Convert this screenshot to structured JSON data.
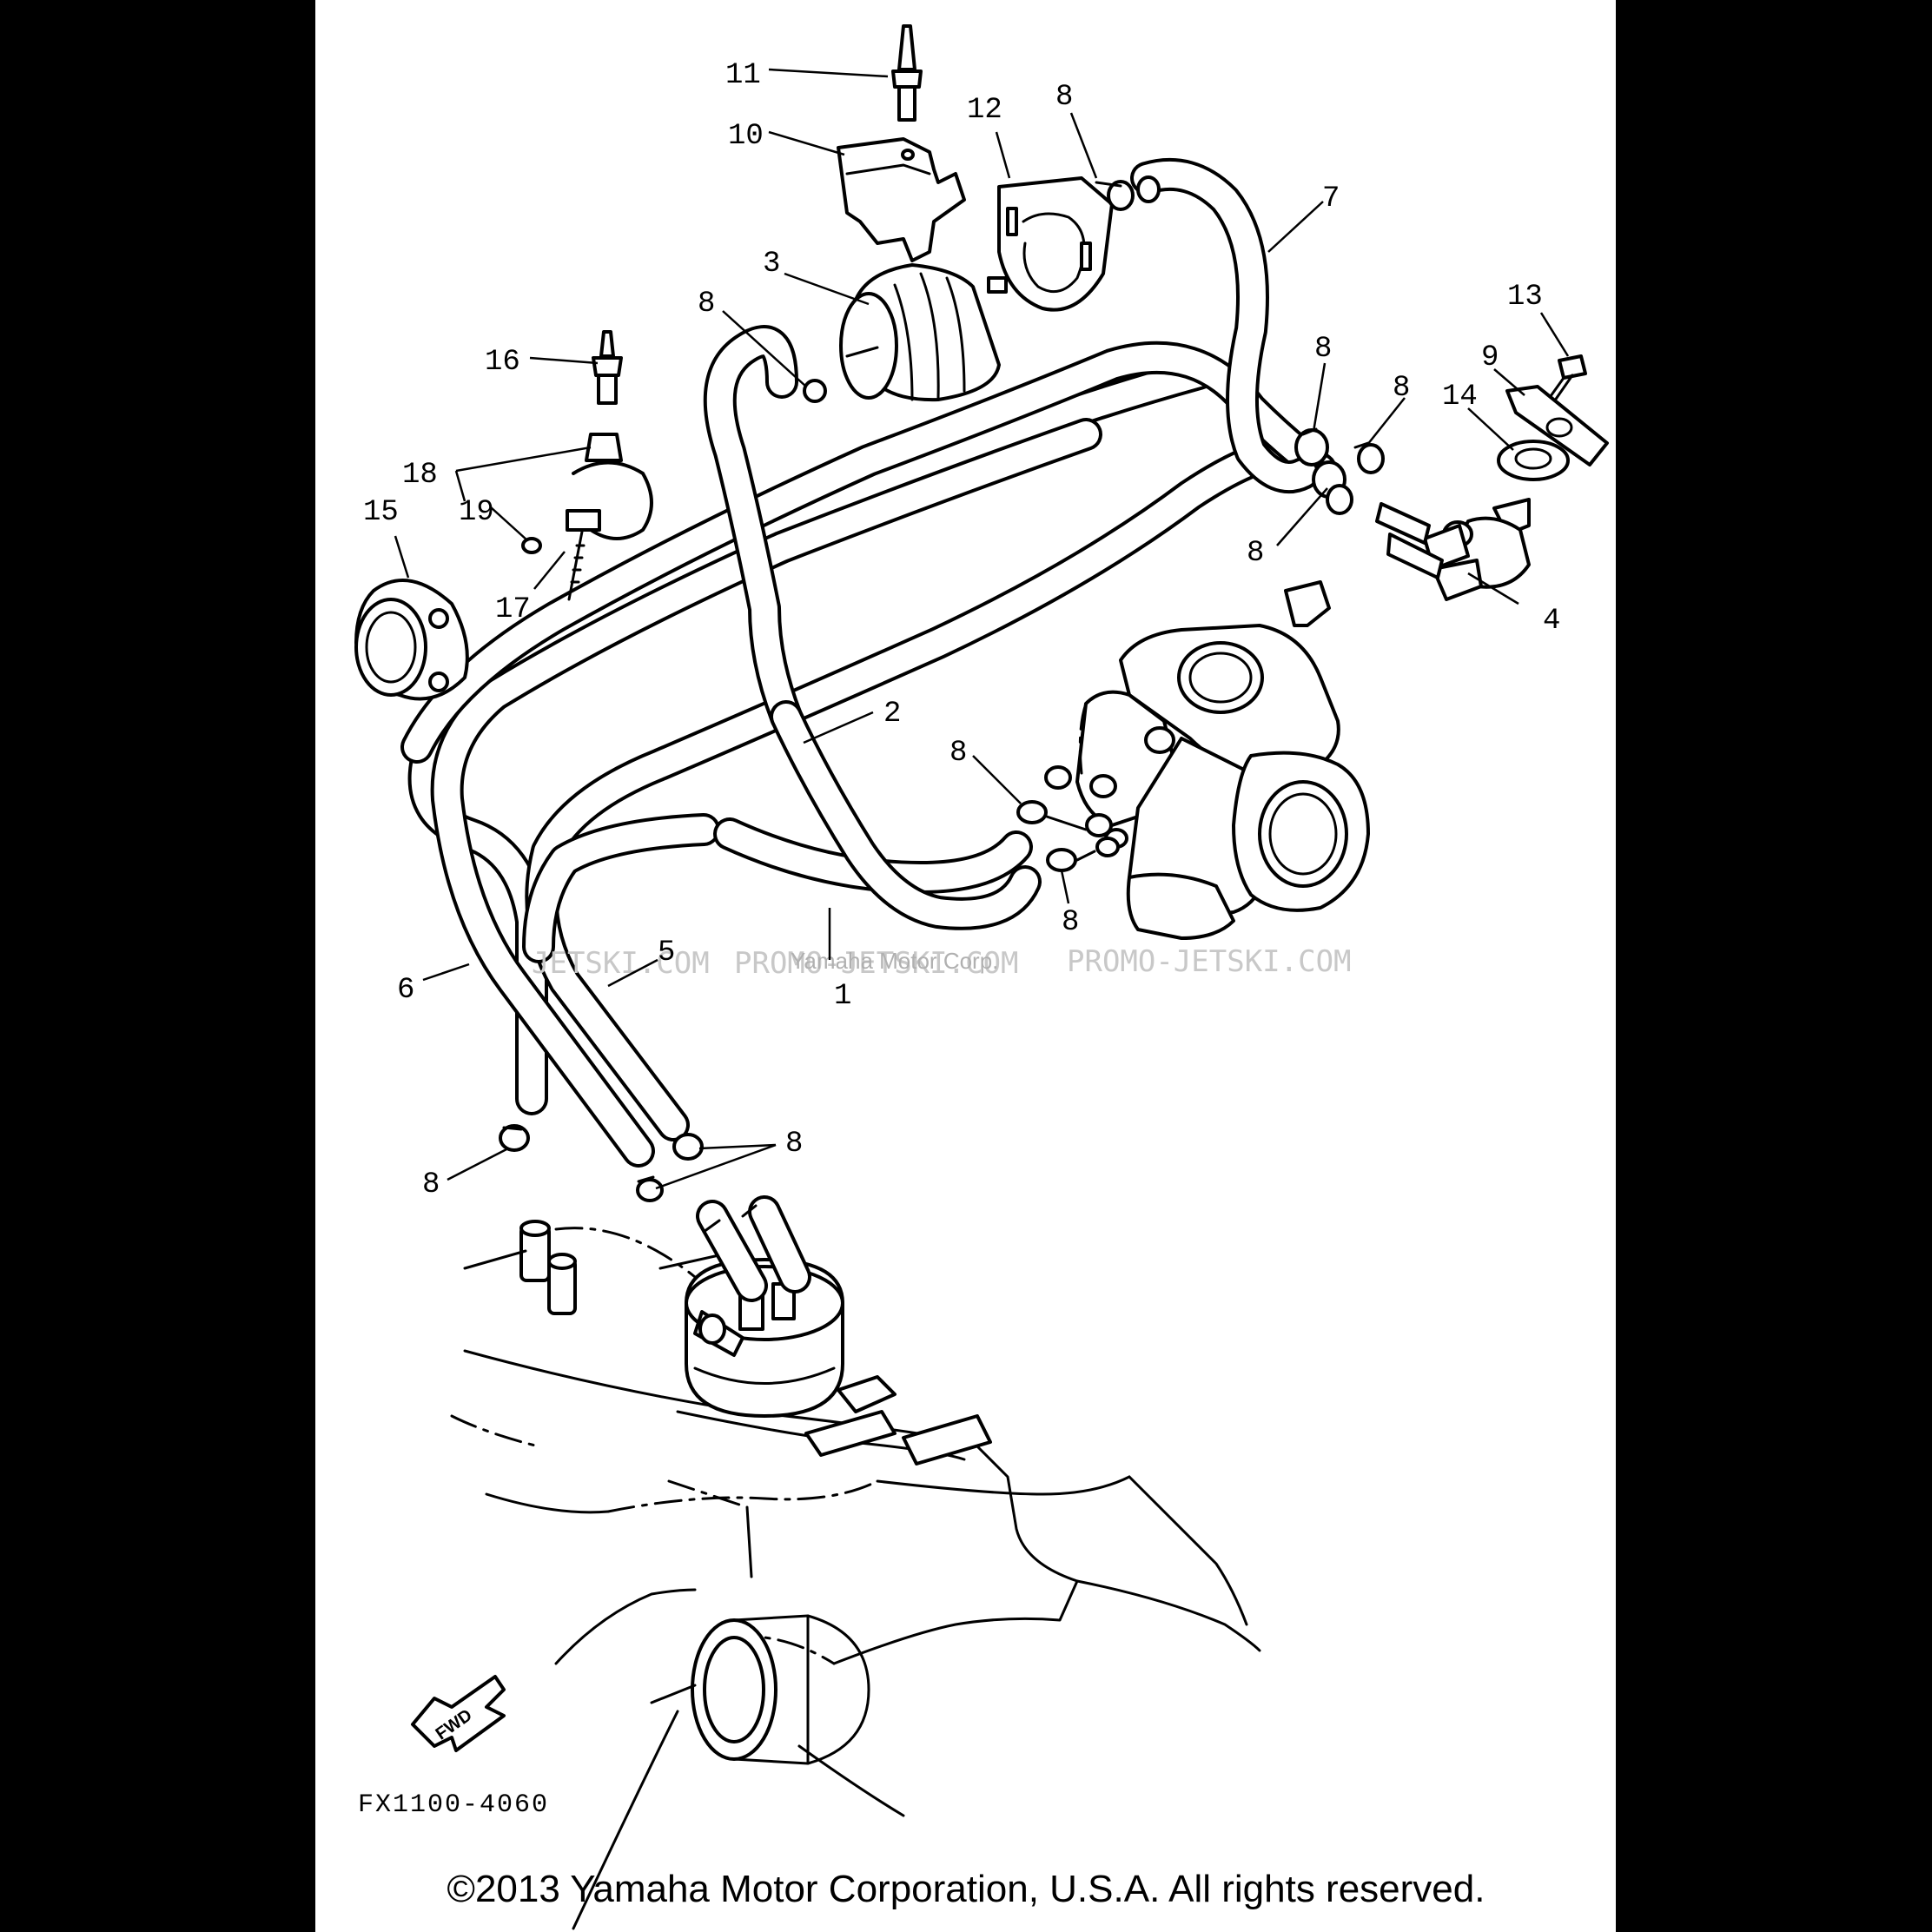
{
  "diagram": {
    "code": "FX1100-4060",
    "fwd_label": "FWD",
    "copyright": "©2013 Yamaha Motor Corporation, U.S.A. All rights reserved.",
    "watermarks": [
      "JETSKI.COM",
      "PROMO-JETSKI.COM",
      "Yamaha Motor Corp.",
      "PROMO-JETSKI.COM"
    ],
    "callouts": [
      {
        "id": "c11",
        "label": "11"
      },
      {
        "id": "c10",
        "label": "10"
      },
      {
        "id": "c12",
        "label": "12"
      },
      {
        "id": "c8a",
        "label": "8"
      },
      {
        "id": "c7",
        "label": "7"
      },
      {
        "id": "c3",
        "label": "3"
      },
      {
        "id": "c8b",
        "label": "8"
      },
      {
        "id": "c13",
        "label": "13"
      },
      {
        "id": "c16",
        "label": "16"
      },
      {
        "id": "c8c",
        "label": "8"
      },
      {
        "id": "c9",
        "label": "9"
      },
      {
        "id": "c8d",
        "label": "8"
      },
      {
        "id": "c14",
        "label": "14"
      },
      {
        "id": "c18",
        "label": "18"
      },
      {
        "id": "c19",
        "label": "19"
      },
      {
        "id": "c15",
        "label": "15"
      },
      {
        "id": "c8e",
        "label": "8"
      },
      {
        "id": "c17",
        "label": "17"
      },
      {
        "id": "c4",
        "label": "4"
      },
      {
        "id": "c2",
        "label": "2"
      },
      {
        "id": "c8f",
        "label": "8"
      },
      {
        "id": "c8g",
        "label": "8"
      },
      {
        "id": "c5",
        "label": "5"
      },
      {
        "id": "c6",
        "label": "6"
      },
      {
        "id": "c1",
        "label": "1"
      },
      {
        "id": "c8h",
        "label": "8"
      },
      {
        "id": "c8i",
        "label": "8"
      }
    ]
  }
}
